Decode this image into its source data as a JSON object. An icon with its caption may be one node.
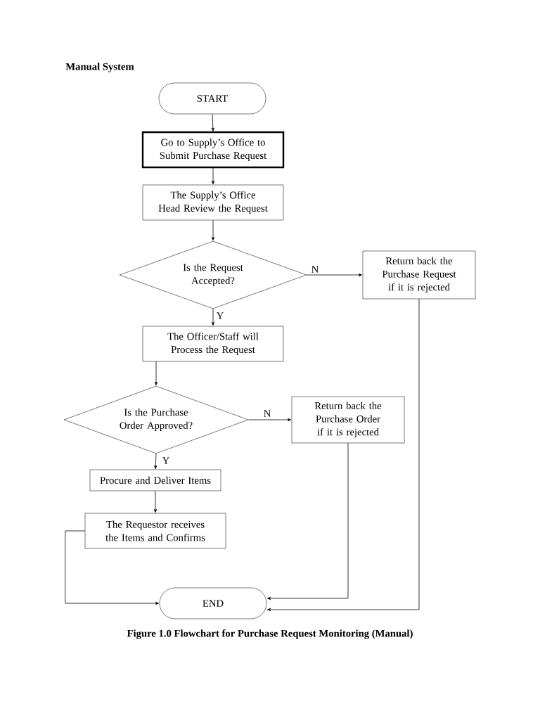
{
  "diagram": {
    "title": "Manual System",
    "caption": "Figure 1.0 Flowchart for Purchase Request Monitoring (Manual)",
    "nodes": [
      {
        "text": [
          "START"
        ]
      },
      {
        "text": [
          "Go to Supply’s Office to Submit Purchase Request"
        ]
      },
      {
        "text": [
          "The Supply’s Office Head Review the Request"
        ]
      },
      {
        "text": [
          "Is the Request Accepted?"
        ]
      },
      {
        "text": [
          "Return back the Purchase Request if it is rejected"
        ]
      },
      {
        "text": [
          "The Officer/Staff will Process the Request"
        ]
      },
      {
        "text": [
          "Is the Purchase Order Approved?"
        ]
      },
      {
        "text": [
          "Return back the Purchase Order if it is rejected"
        ]
      },
      {
        "text": [
          "Procure and Deliver Items"
        ]
      },
      {
        "text": [
          "The Requestor receives the Items and Confirms"
        ]
      },
      {
        "text": [
          "END"
        ]
      }
    ],
    "edges": [
      {
        "from": 0,
        "to": 1,
        "arrow": "to"
      },
      {
        "from": 1,
        "to": 2,
        "arrow": "to"
      },
      {
        "from": 2,
        "to": 3,
        "arrow": "to"
      },
      {
        "from": 3,
        "to": 4,
        "arrow": "to",
        "label": "N"
      },
      {
        "from": 3,
        "to": 5,
        "arrow": "to",
        "label": "Y"
      },
      {
        "from": 5,
        "to": 6,
        "arrow": "to"
      },
      {
        "from": 6,
        "to": 7,
        "arrow": "to",
        "label": "N"
      },
      {
        "from": 6,
        "to": 8,
        "arrow": "to",
        "label": "Y"
      },
      {
        "from": 8,
        "to": 9,
        "arrow": "to"
      },
      {
        "from": 9,
        "to": 10,
        "arrow": "to"
      },
      {
        "from": 7,
        "to": 10,
        "arrow": "to"
      },
      {
        "from": 4,
        "to": 10,
        "arrow": "to"
      }
    ]
  }
}
